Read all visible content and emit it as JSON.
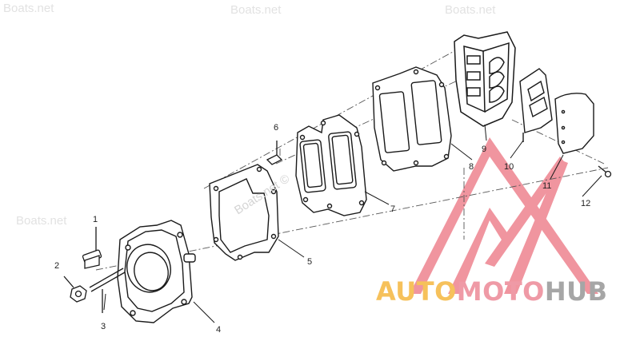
{
  "watermarks": [
    "Boats.net",
    "Boats.net",
    "Boats.net",
    "Boats.net",
    "Boats.net ©"
  ],
  "callouts": [
    "1",
    "2",
    "3",
    "4",
    "5",
    "6",
    "7",
    "8",
    "9",
    "10",
    "11",
    "12"
  ],
  "logo": {
    "part1": "AUTO",
    "part2": "MOTO",
    "part3": "HUB"
  },
  "colors": {
    "line": "#1a1a1a",
    "logo_triangle": "#f0959f",
    "logo_yellow": "#f6c15b",
    "logo_pink": "#ef9aa6",
    "logo_grey": "#a6a6a6"
  }
}
